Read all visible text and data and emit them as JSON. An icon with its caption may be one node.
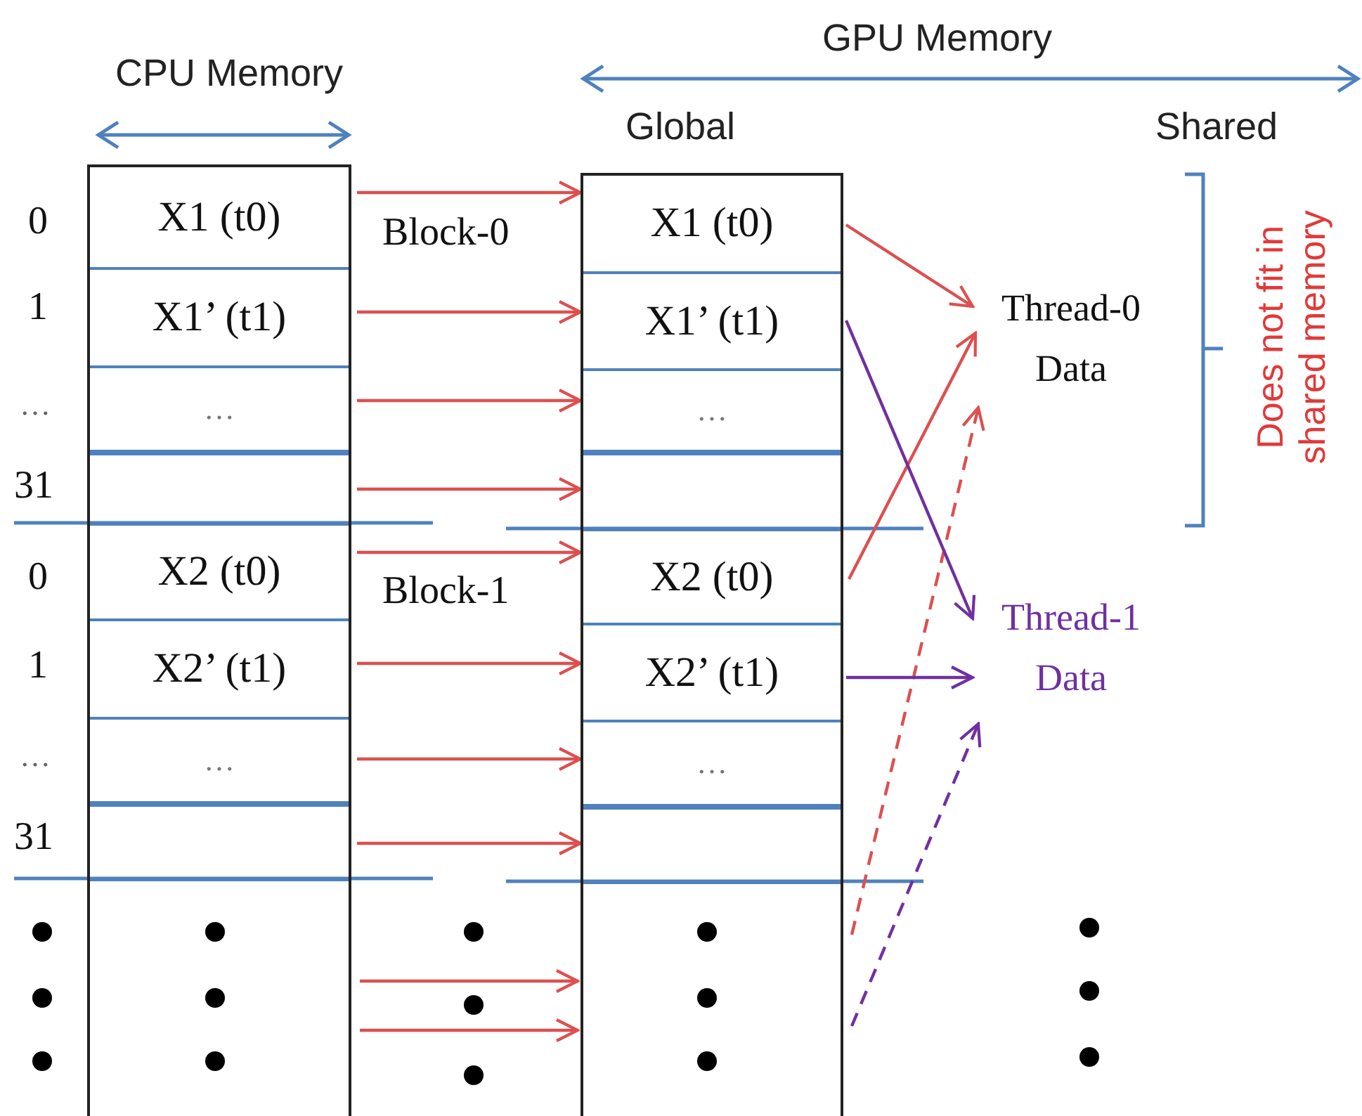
{
  "diagram": {
    "nodes": [
      {
        "text": [
          "CPU Memory"
        ]
      },
      {
        "text": [
          "X1 (t0)"
        ],
        "in": 0
      },
      {
        "text": [
          "X1’ (t1)"
        ],
        "in": 0
      },
      {
        "text": [
          "…"
        ],
        "in": 0
      },
      {
        "text": [],
        "shape": "box",
        "in": 0
      },
      {
        "text": [
          "X2 (t0)"
        ],
        "in": 0
      },
      {
        "text": [
          "X2’ (t1)"
        ],
        "in": 0
      },
      {
        "text": [
          "…"
        ],
        "in": 0
      },
      {
        "text": [],
        "shape": "box",
        "in": 0
      },
      {
        "text": [
          "Global"
        ]
      },
      {
        "text": [
          "X1 (t0)"
        ],
        "in": 9
      },
      {
        "text": [
          "X1’ (t1)"
        ],
        "in": 9
      },
      {
        "text": [
          "…"
        ],
        "in": 9
      },
      {
        "text": [],
        "shape": "box",
        "in": 9
      },
      {
        "text": [
          "X2 (t0)"
        ],
        "in": 9
      },
      {
        "text": [
          "X2’ (t1)"
        ],
        "in": 9
      },
      {
        "text": [
          "…"
        ],
        "in": 9
      },
      {
        "text": [],
        "shape": "box",
        "in": 9
      },
      {
        "text": [
          "Thread-0 Data"
        ]
      },
      {
        "text": [
          "Thread-1 Data"
        ]
      }
    ],
    "edges": [
      {
        "from": 1,
        "to": 10,
        "arrow": "to"
      },
      {
        "from": 2,
        "to": 11,
        "arrow": "to"
      },
      {
        "from": 3,
        "to": 12,
        "arrow": "to"
      },
      {
        "from": 4,
        "to": 13,
        "arrow": "to"
      },
      {
        "from": 5,
        "to": 14,
        "arrow": "to"
      },
      {
        "from": 6,
        "to": 15,
        "arrow": "to"
      },
      {
        "from": 7,
        "to": 16,
        "arrow": "to"
      },
      {
        "from": 8,
        "to": 17,
        "arrow": "to"
      },
      {
        "from": 0,
        "to": 9,
        "arrow": "to"
      },
      {
        "from": 0,
        "to": 9,
        "arrow": "to"
      },
      {
        "from": 10,
        "to": 18,
        "arrow": "to"
      },
      {
        "from": 14,
        "to": 18,
        "arrow": "to"
      },
      {
        "from": 9,
        "to": 18,
        "arrow": "to",
        "style": "dashed"
      },
      {
        "from": 11,
        "to": 19,
        "arrow": "to",
        "color": "#7030a0"
      },
      {
        "from": 15,
        "to": 19,
        "arrow": "to",
        "color": "#7030a0"
      },
      {
        "from": 9,
        "to": 19,
        "arrow": "to",
        "style": "dashed",
        "color": "#7030a0"
      }
    ],
    "labels": [
      "GPU Memory",
      "Shared",
      "0",
      "Block-0",
      "1",
      "…",
      "31",
      "0",
      "Block-1",
      "1",
      "…",
      "31",
      "Does not fit in shared memory"
    ]
  }
}
